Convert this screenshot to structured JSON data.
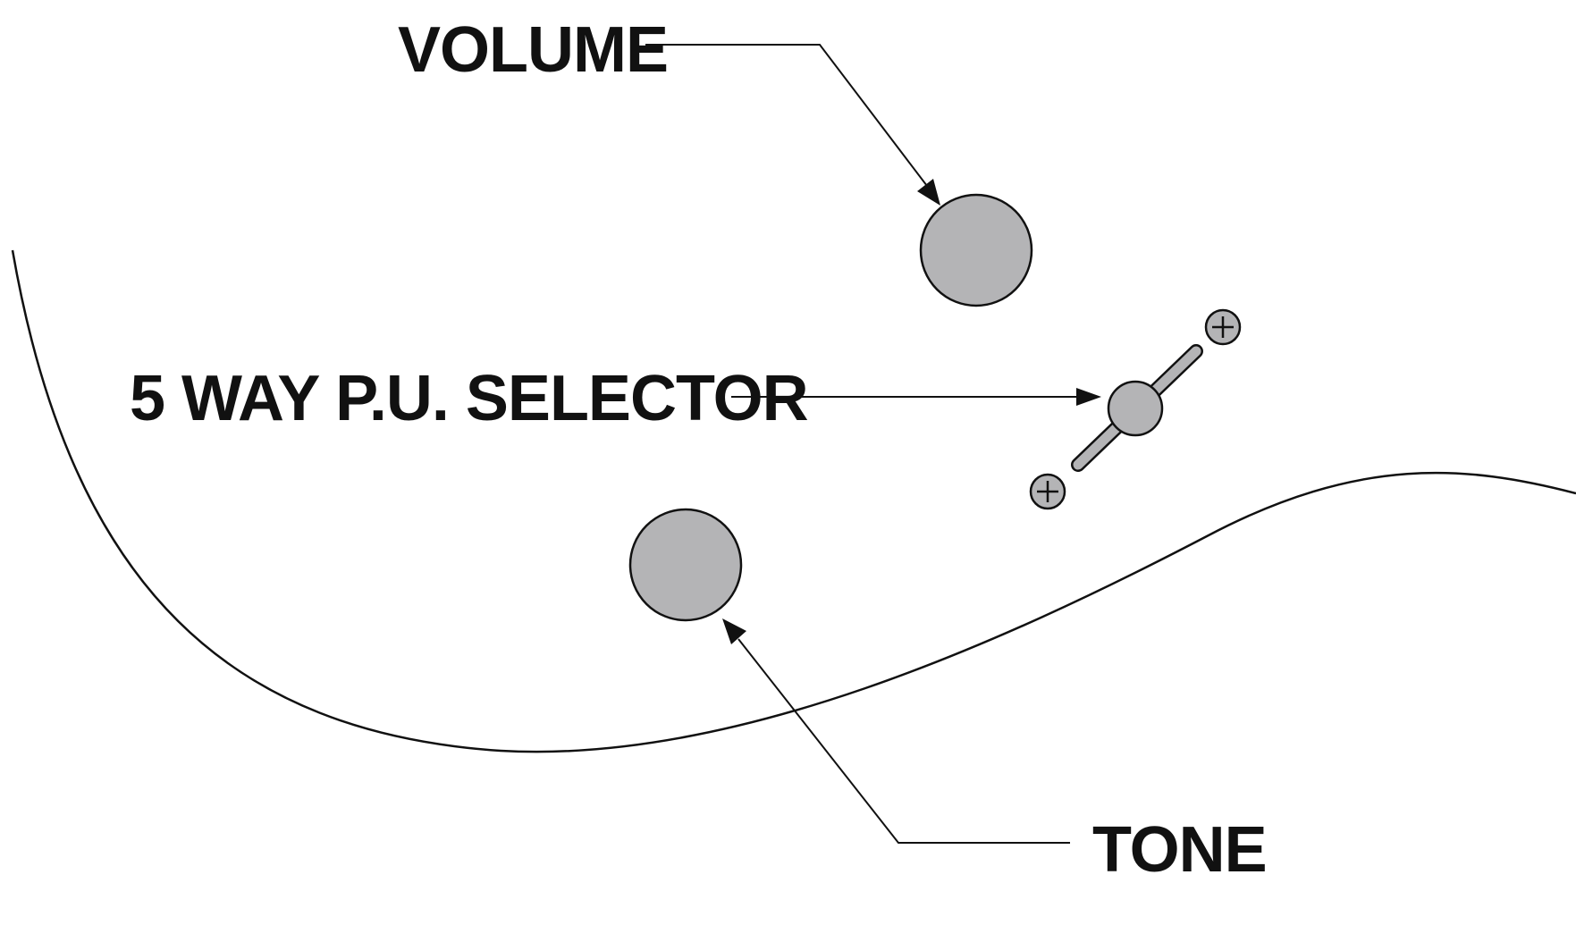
{
  "labels": {
    "volume": "VOLUME",
    "selector": "5 WAY P.U. SELECTOR",
    "tone": "TONE"
  },
  "colors": {
    "ink": "#111111",
    "knob_fill": "#b4b4b6",
    "background": "#ffffff"
  }
}
